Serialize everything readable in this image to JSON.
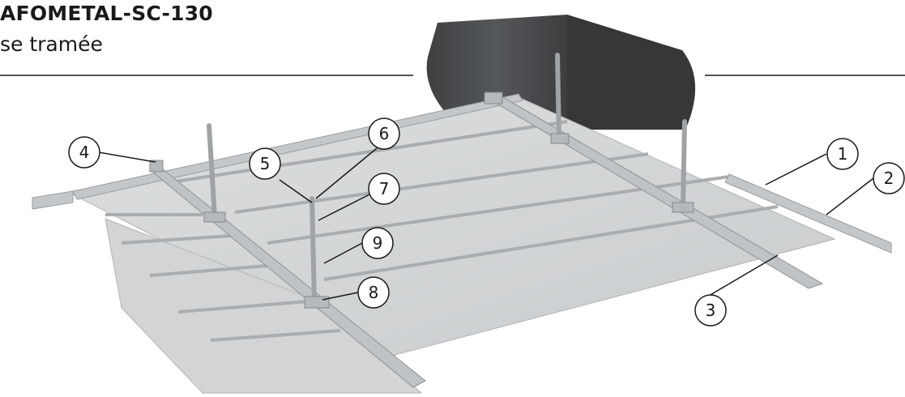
{
  "header": {
    "title": "AFOMETAL-SC-130",
    "subtitle": "se tramée"
  },
  "callouts": [
    "1",
    "2",
    "3",
    "4",
    "5",
    "6",
    "7",
    "8",
    "9"
  ],
  "colors": {
    "panel": "#d4d6d8",
    "rail": "#bfc3c6",
    "wall": "#4a4c4e",
    "line": "#1a1a1a"
  }
}
